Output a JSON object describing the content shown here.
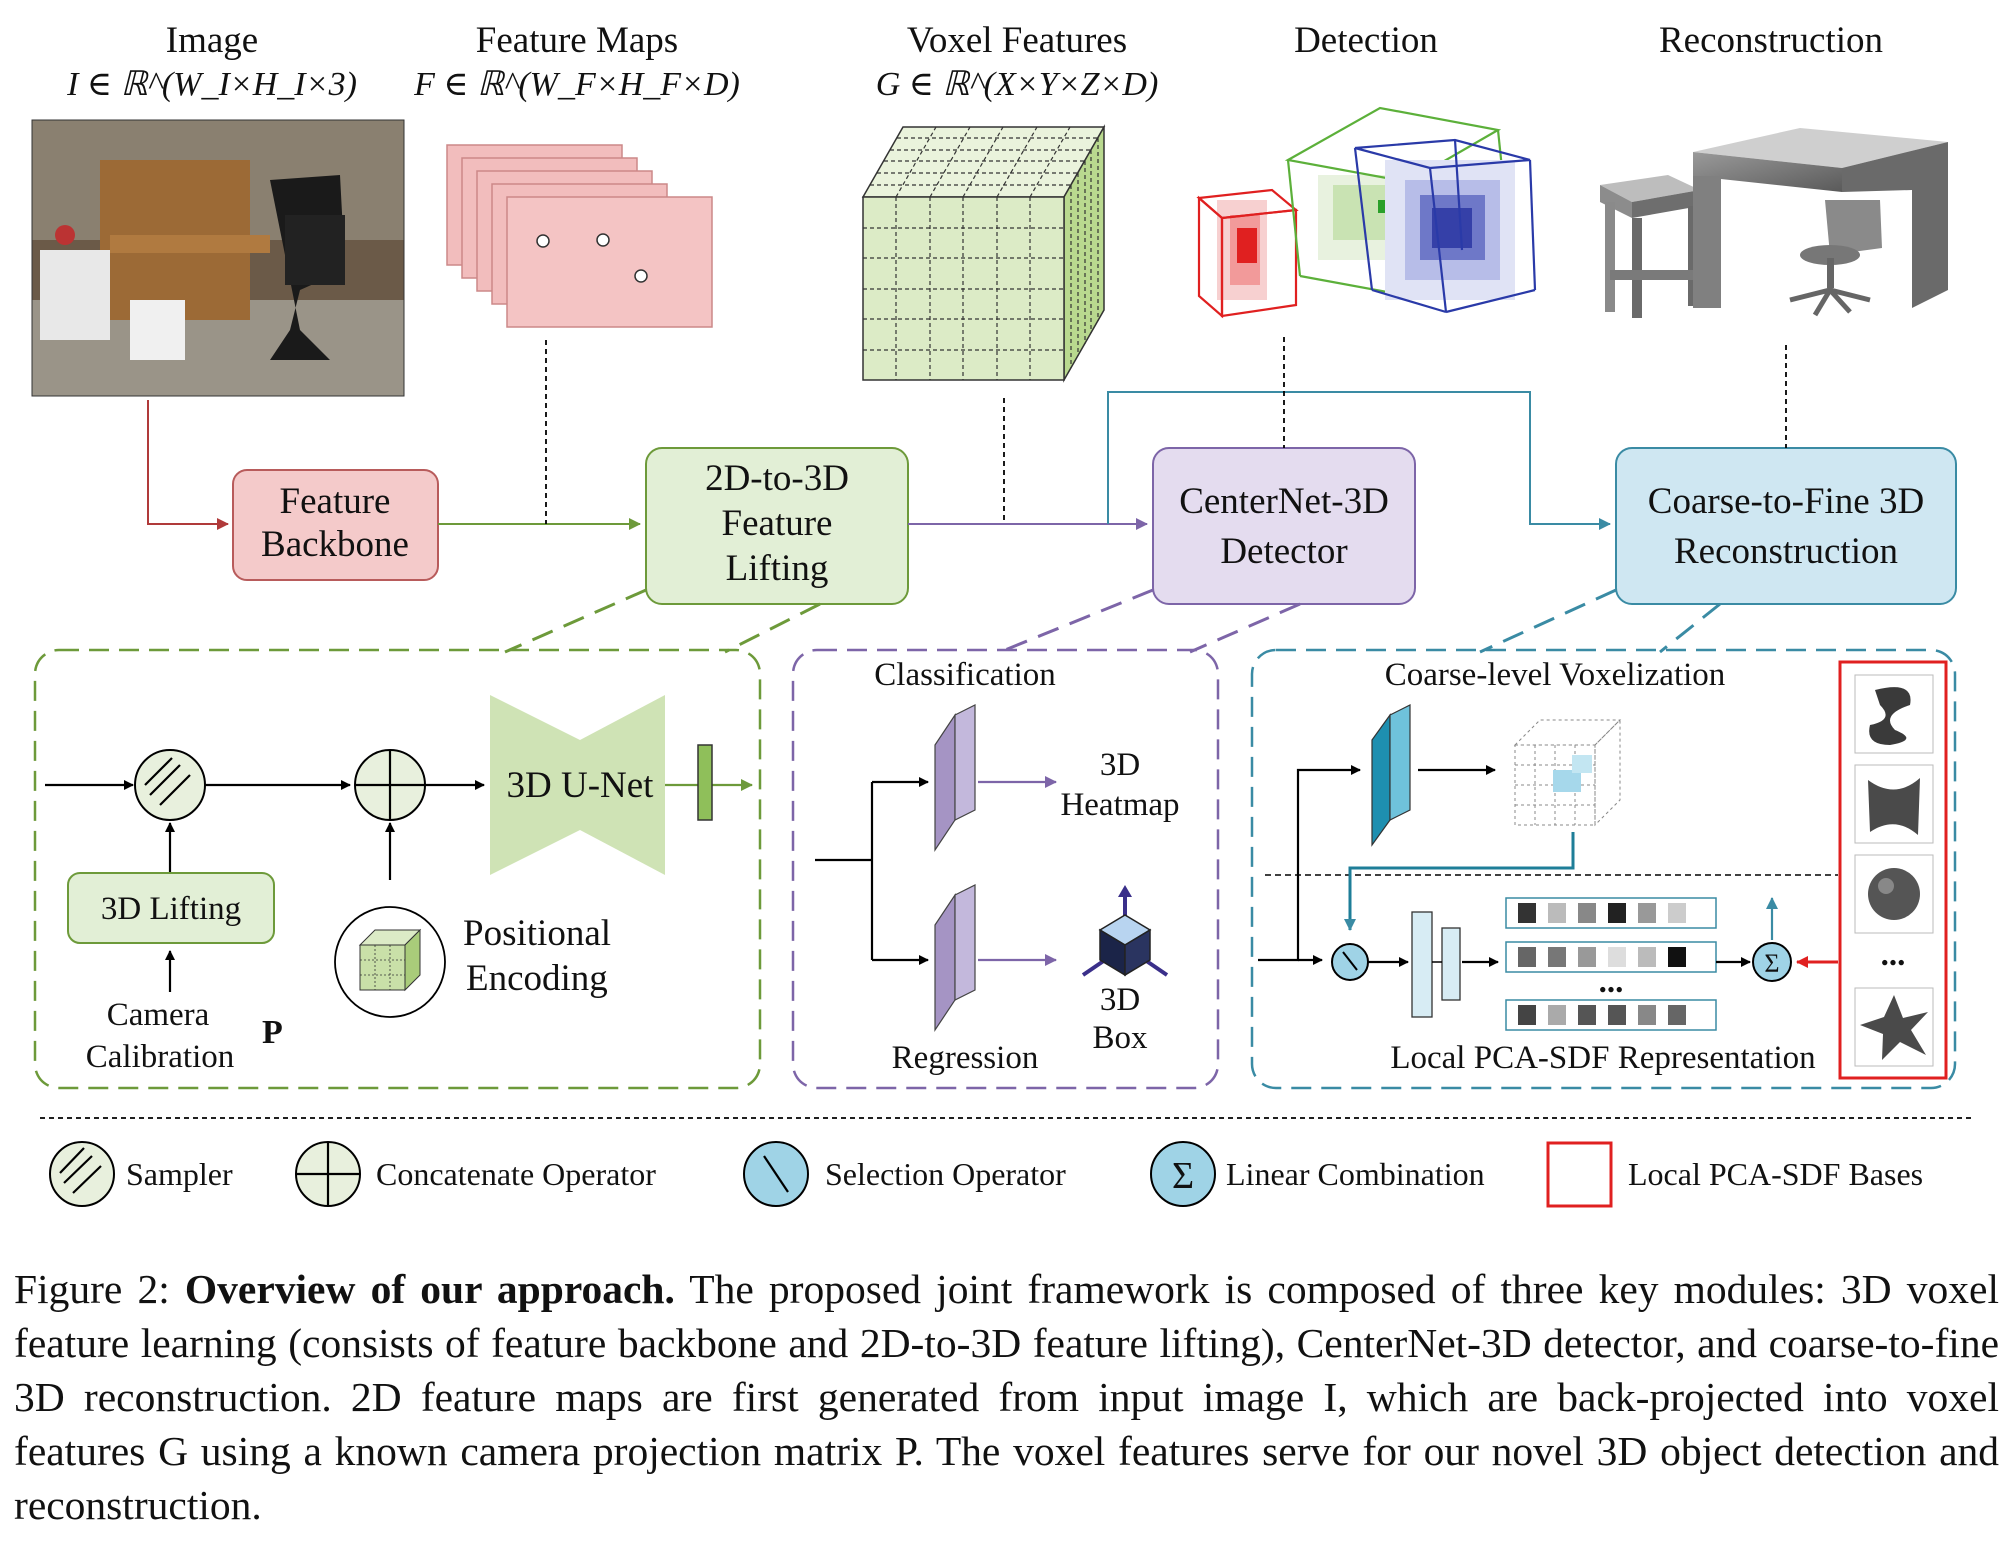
{
  "headers": {
    "image": {
      "title": "Image",
      "math": "I ∈ ℝ^(W_I×H_I×3)"
    },
    "feature_maps": {
      "title": "Feature Maps",
      "math": "F ∈ ℝ^(W_F×H_F×D)"
    },
    "voxel_features": {
      "title": "Voxel Features",
      "math": "G ∈ ℝ^(X×Y×Z×D)"
    },
    "detection": {
      "title": "Detection"
    },
    "reconstruction": {
      "title": "Reconstruction"
    }
  },
  "modules": {
    "feature_backbone": [
      "Feature",
      "Backbone"
    ],
    "lifting": [
      "2D-to-3D",
      "Feature",
      "Lifting"
    ],
    "detector": [
      "CenterNet-3D",
      "Detector"
    ],
    "reconstruction": [
      "Coarse-to-Fine 3D",
      "Reconstruction"
    ]
  },
  "lifting_panel": {
    "lifting_box": "3D Lifting",
    "camera": [
      "Camera",
      "Calibration"
    ],
    "camera_symbol": "P",
    "unet": "3D U-Net",
    "positional": [
      "Positional",
      "Encoding"
    ]
  },
  "detector_panel": {
    "classification": "Classification",
    "regression": "Regression",
    "heatmap": [
      "3D",
      "Heatmap"
    ],
    "box": [
      "3D",
      "Box"
    ]
  },
  "recon_panel": {
    "coarse": "Coarse-level Voxelization",
    "pca": "Local PCA-SDF Representation",
    "ellipsis": "...",
    "bases_ellipsis": "...",
    "sigma": "Σ"
  },
  "legend": {
    "sampler": "Sampler",
    "concat": "Concatenate Operator",
    "selection": "Selection Operator",
    "linear": "Linear Combination",
    "bases": "Local PCA-SDF Bases"
  },
  "caption": {
    "prefix": "Figure 2: ",
    "bold": "Overview of our approach.",
    "text": " The proposed joint framework is composed of three key modules: 3D voxel feature learning (consists of feature backbone and 2D-to-3D feature lifting), CenterNet-3D detector, and coarse-to-fine 3D reconstruction. 2D feature maps are first generated from input image I, which are back-projected into voxel features G using a known camera projection matrix P. The voxel features serve for our novel 3D object detection and reconstruction."
  },
  "colors": {
    "backbone_fill": "#f4caca",
    "backbone_stroke": "#b85b5b",
    "lifting_fill": "#e2efd6",
    "lifting_stroke": "#6d9a3a",
    "detector_fill": "#e4dcef",
    "detector_stroke": "#7d65a8",
    "recon_fill": "#cfe7f2",
    "recon_stroke": "#3a8ba4",
    "heat_red": "#e02020",
    "box_green": "#5cb03a",
    "box_blue": "#2a3aa8"
  }
}
